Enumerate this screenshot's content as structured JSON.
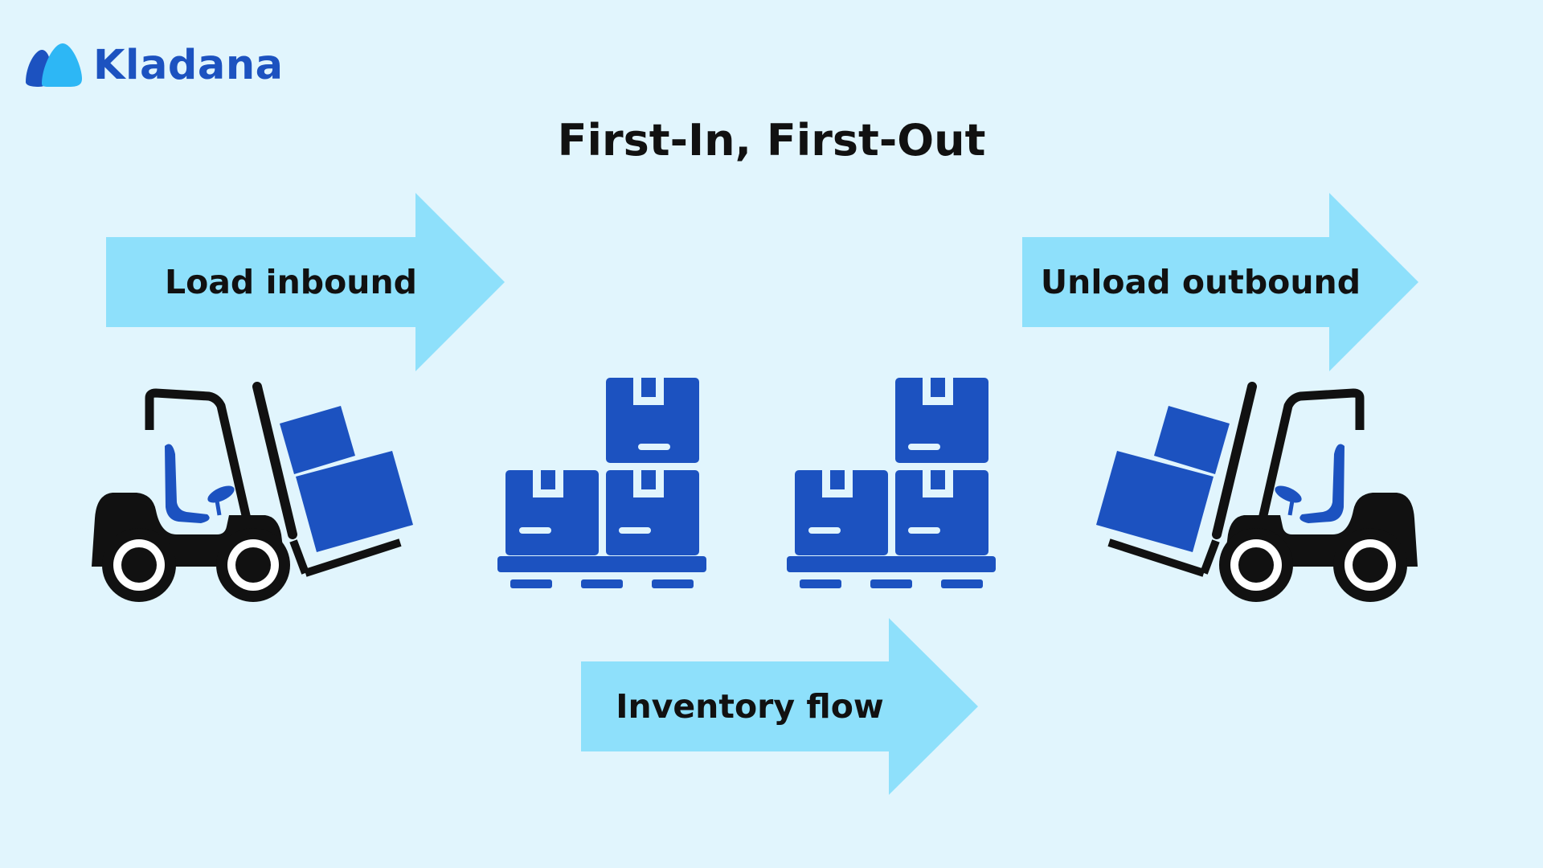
{
  "brand": {
    "name": "Kladana",
    "logo_icon": "kladana-drop-logo",
    "color": "#1c52c0",
    "accent": "#2db7f5"
  },
  "title": "First-In, First-Out",
  "arrows": {
    "inbound": "Load inbound",
    "outbound": "Unload outbound",
    "flow": "Inventory flow"
  },
  "icons": [
    "forklift-icon",
    "pallet-boxes-icon",
    "pallet-boxes-icon",
    "forklift-icon"
  ],
  "colors": {
    "background": "#e1f5fd",
    "arrow": "#8ee0fb",
    "box": "#1c52c0",
    "forklift": "#111111"
  }
}
